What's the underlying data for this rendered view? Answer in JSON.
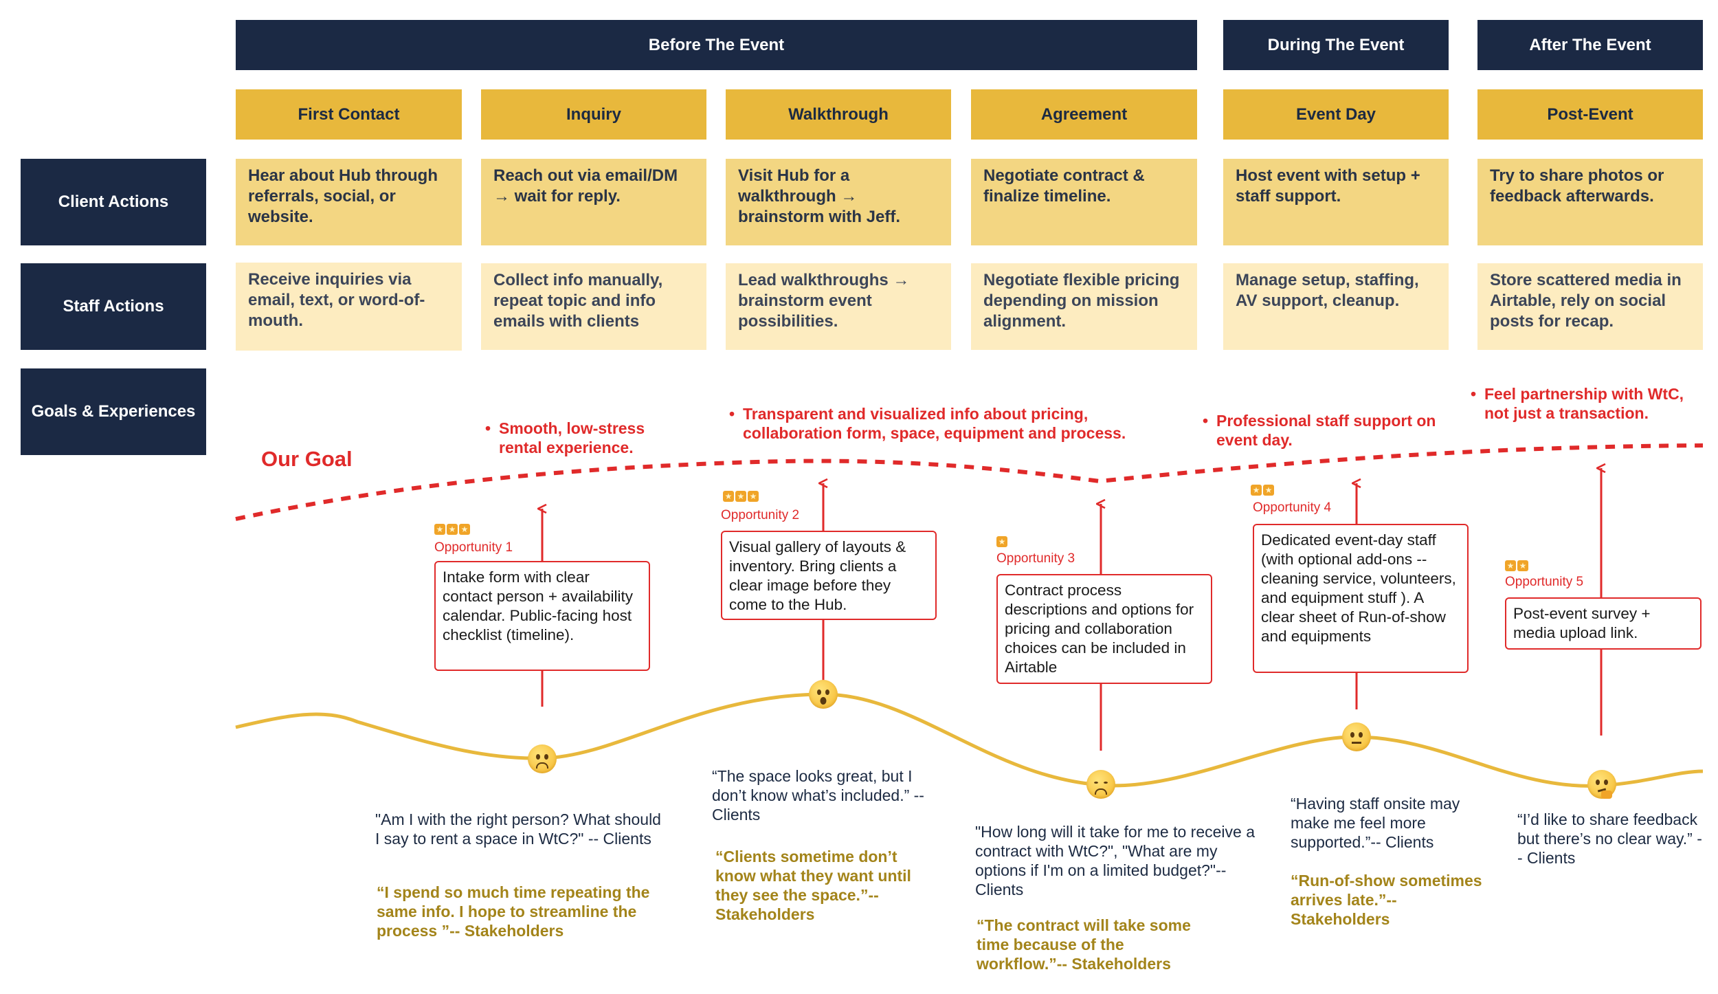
{
  "phases": {
    "before": "Before The Event",
    "during": "During The Event",
    "after": "After The Event"
  },
  "stages": [
    "First Contact",
    "Inquiry",
    "Walkthrough",
    "Agreement",
    "Event Day",
    "Post-Event"
  ],
  "row_labels": {
    "client": "Client Actions",
    "staff": "Staff Actions",
    "goals": "Goals & Experiences"
  },
  "client_actions": [
    "Hear about Hub through referrals, social, or website.",
    "Reach out via email/DM → wait for reply.",
    "Visit Hub for a walkthrough → brainstorm with Jeff.",
    "Negotiate contract & finalize timeline.",
    "Host event with setup + staff support.",
    "Try to share photos or feedback afterwards."
  ],
  "staff_actions": [
    "Receive inquiries via email, text, or word-of-mouth.",
    "Collect info manually, repeat topic and info emails with clients",
    "Lead walkthroughs → brainstorm event possibilities.",
    "Negotiate flexible pricing depending on mission alignment.",
    "Manage setup, staffing, AV support, cleanup.",
    "Store scattered media in Airtable, rely on social posts for recap."
  ],
  "our_goal_label": "Our Goal",
  "goals": [
    "Smooth, low-stress rental experience.",
    "Transparent and visualized info about pricing, collaboration form, space, equipment and process.",
    "Professional staff support on event day.",
    "Feel partnership with WtC, not just a transaction."
  ],
  "opportunities": [
    {
      "label": "Opportunity 1",
      "stars": 3,
      "text": "Intake form with clear contact person + availability calendar. Public-facing host checklist (timeline)."
    },
    {
      "label": "Opportunity 2",
      "stars": 3,
      "text": "Visual gallery of layouts & inventory. Bring clients a clear image before they come to the Hub."
    },
    {
      "label": "Opportunity 3",
      "stars": 1,
      "text": "Contract process descriptions and options for pricing and collaboration choices can be included in Airtable"
    },
    {
      "label": "Opportunity 4",
      "stars": 2,
      "text": "Dedicated event-day staff (with optional add-ons -- cleaning service, volunteers, and equipment stuff ). A clear sheet of Run-of-show and equipments"
    },
    {
      "label": "Opportunity 5",
      "stars": 2,
      "text": "Post-event survey + media upload link."
    }
  ],
  "client_quotes": [
    "\"Am I with the right person? What should I say to rent a space in WtC?\" -- Clients",
    "“The space looks great, but I don’t know what’s included.” -- Clients",
    "\"How long will it take for me to receive a contract with WtC?\", \"What are my options if I'm on a limited budget?\"-- Clients",
    "“Having staff onsite may make me feel more supported.”-- Clients",
    "“I’d like to share feedback but there’s no clear way.” -- Clients"
  ],
  "stakeholder_quotes": [
    "“I spend so much time repeating the same info. I hope to streamline the process ”-- Stakeholders",
    "“Clients sometime don’t know what they want until they see the space.”-- Stakeholders",
    "“The contract will take some time because of the workflow.”-- Stakeholders",
    "“Run-of-show sometimes arrives late.”-- Stakeholders"
  ],
  "emotions": [
    "worried-face-icon",
    "astonished-face-icon",
    "disappointed-face-icon",
    "neutral-face-icon",
    "thinking-face-icon"
  ],
  "colors": {
    "navy": "#1b2944",
    "gold": "#e8b83c",
    "client_fill": "#f3d682",
    "staff_fill": "#fdecc0",
    "goal_red": "#e02a2a",
    "curve": "#e8b83c",
    "stakeholder_text": "#a3841a"
  }
}
